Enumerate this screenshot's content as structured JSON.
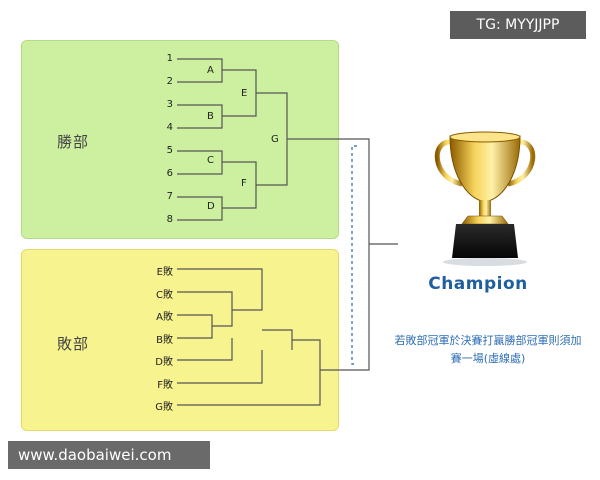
{
  "corner_badge": "TG: MYYJJPP",
  "watermark": "www.daobaiwei.com",
  "winners": {
    "title": "勝部",
    "slots": [
      "1",
      "2",
      "3",
      "4",
      "5",
      "6",
      "7",
      "8"
    ],
    "nodes": [
      "A",
      "B",
      "C",
      "D",
      "E",
      "F",
      "G"
    ]
  },
  "losers": {
    "title": "敗部",
    "slots": [
      "E敗",
      "C敗",
      "A敗",
      "B敗",
      "D敗",
      "F敗",
      "G敗"
    ]
  },
  "champion": {
    "label": "Champion",
    "icon": "trophy-icon"
  },
  "note": "若敗部冠軍於決賽打贏勝部冠軍則須加賽一場(虛線處)",
  "colors": {
    "winners_bg": "#cdf0a0",
    "losers_bg": "#f7f48f",
    "line": "#555555",
    "dashed_line": "#2b6cb0",
    "champion_text": "#1f5fa0"
  }
}
